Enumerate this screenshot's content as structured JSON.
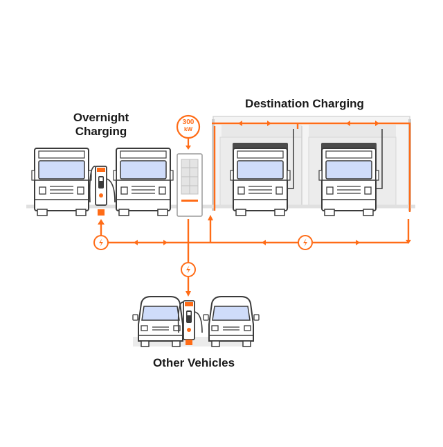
{
  "labels": {
    "overnight_line1": "Overnight",
    "overnight_line2": "Charging",
    "destination": "Destination Charging",
    "other": "Other Vehicles",
    "power_value": "300",
    "power_unit": "kW"
  },
  "colors": {
    "accent": "#ff6c17",
    "cab_window": "#cfdcfa",
    "outline": "#3a3a3a",
    "ground": "#e3e3e3",
    "depot_fill": "#ebebeb",
    "depot_frame": "#4b4b4b",
    "text": "#1a1a1a"
  },
  "icons": [
    "lightning-icon",
    "truck-icon",
    "van-icon",
    "charger-icon",
    "arrow-icon"
  ]
}
